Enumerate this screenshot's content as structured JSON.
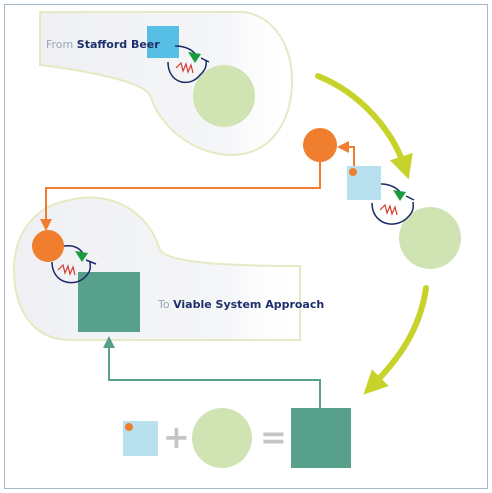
{
  "labels": {
    "from_prefix": "From",
    "from_name": "Stafford Beer",
    "to_prefix": "To",
    "to_name": "Viable System Approach"
  },
  "colors": {
    "frame_border": "#a9b8c9",
    "panel_fill": "#f2f3f5",
    "panel_border": "#e6e9c3",
    "cyan_square": "#57bfe6",
    "light_blue_square": "#b8e0ef",
    "light_green_circle": "#cfe3b3",
    "teal_square": "#56a08c",
    "orange": "#ef7e2e",
    "flow_arrow": "#c7d22a",
    "green_arrowhead": "#1a9b3c",
    "loop_line": "#1b2a66",
    "spring": "#d43a2e",
    "operator_glyph": "#c5c5c5"
  },
  "equation": {
    "plus": "+",
    "equals": "="
  }
}
